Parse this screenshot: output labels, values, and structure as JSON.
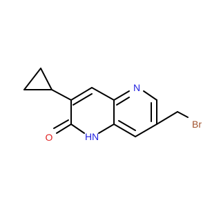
{
  "molecule": {
    "atoms": {
      "nitrogen_top": {
        "symbol": "N",
        "color": "#1f1fe0"
      },
      "nitrogen_h": {
        "symbol": "N",
        "hydrogen": "H",
        "color": "#1f1fe0"
      },
      "oxygen": {
        "symbol": "O",
        "color": "#e01f1f"
      },
      "bromine": {
        "symbol": "Br",
        "color": "#a0522d"
      }
    },
    "bond_color": "#000000"
  }
}
